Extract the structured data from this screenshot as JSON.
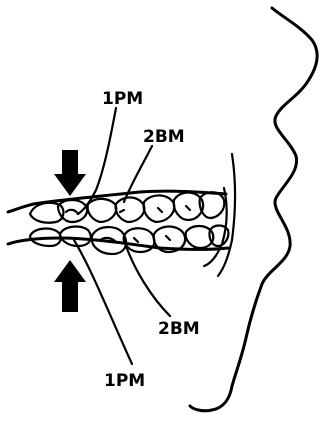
{
  "labels": {
    "upper_first_premolar": "1PM",
    "upper_second_bicuspid": "2BM",
    "lower_second_bicuspid": "2BM",
    "lower_first_premolar": "1PM"
  },
  "colors": {
    "ink": "#000000",
    "background": "#ffffff"
  },
  "icons": {
    "upper_arrow": "arrow-down",
    "lower_arrow": "arrow-up"
  }
}
